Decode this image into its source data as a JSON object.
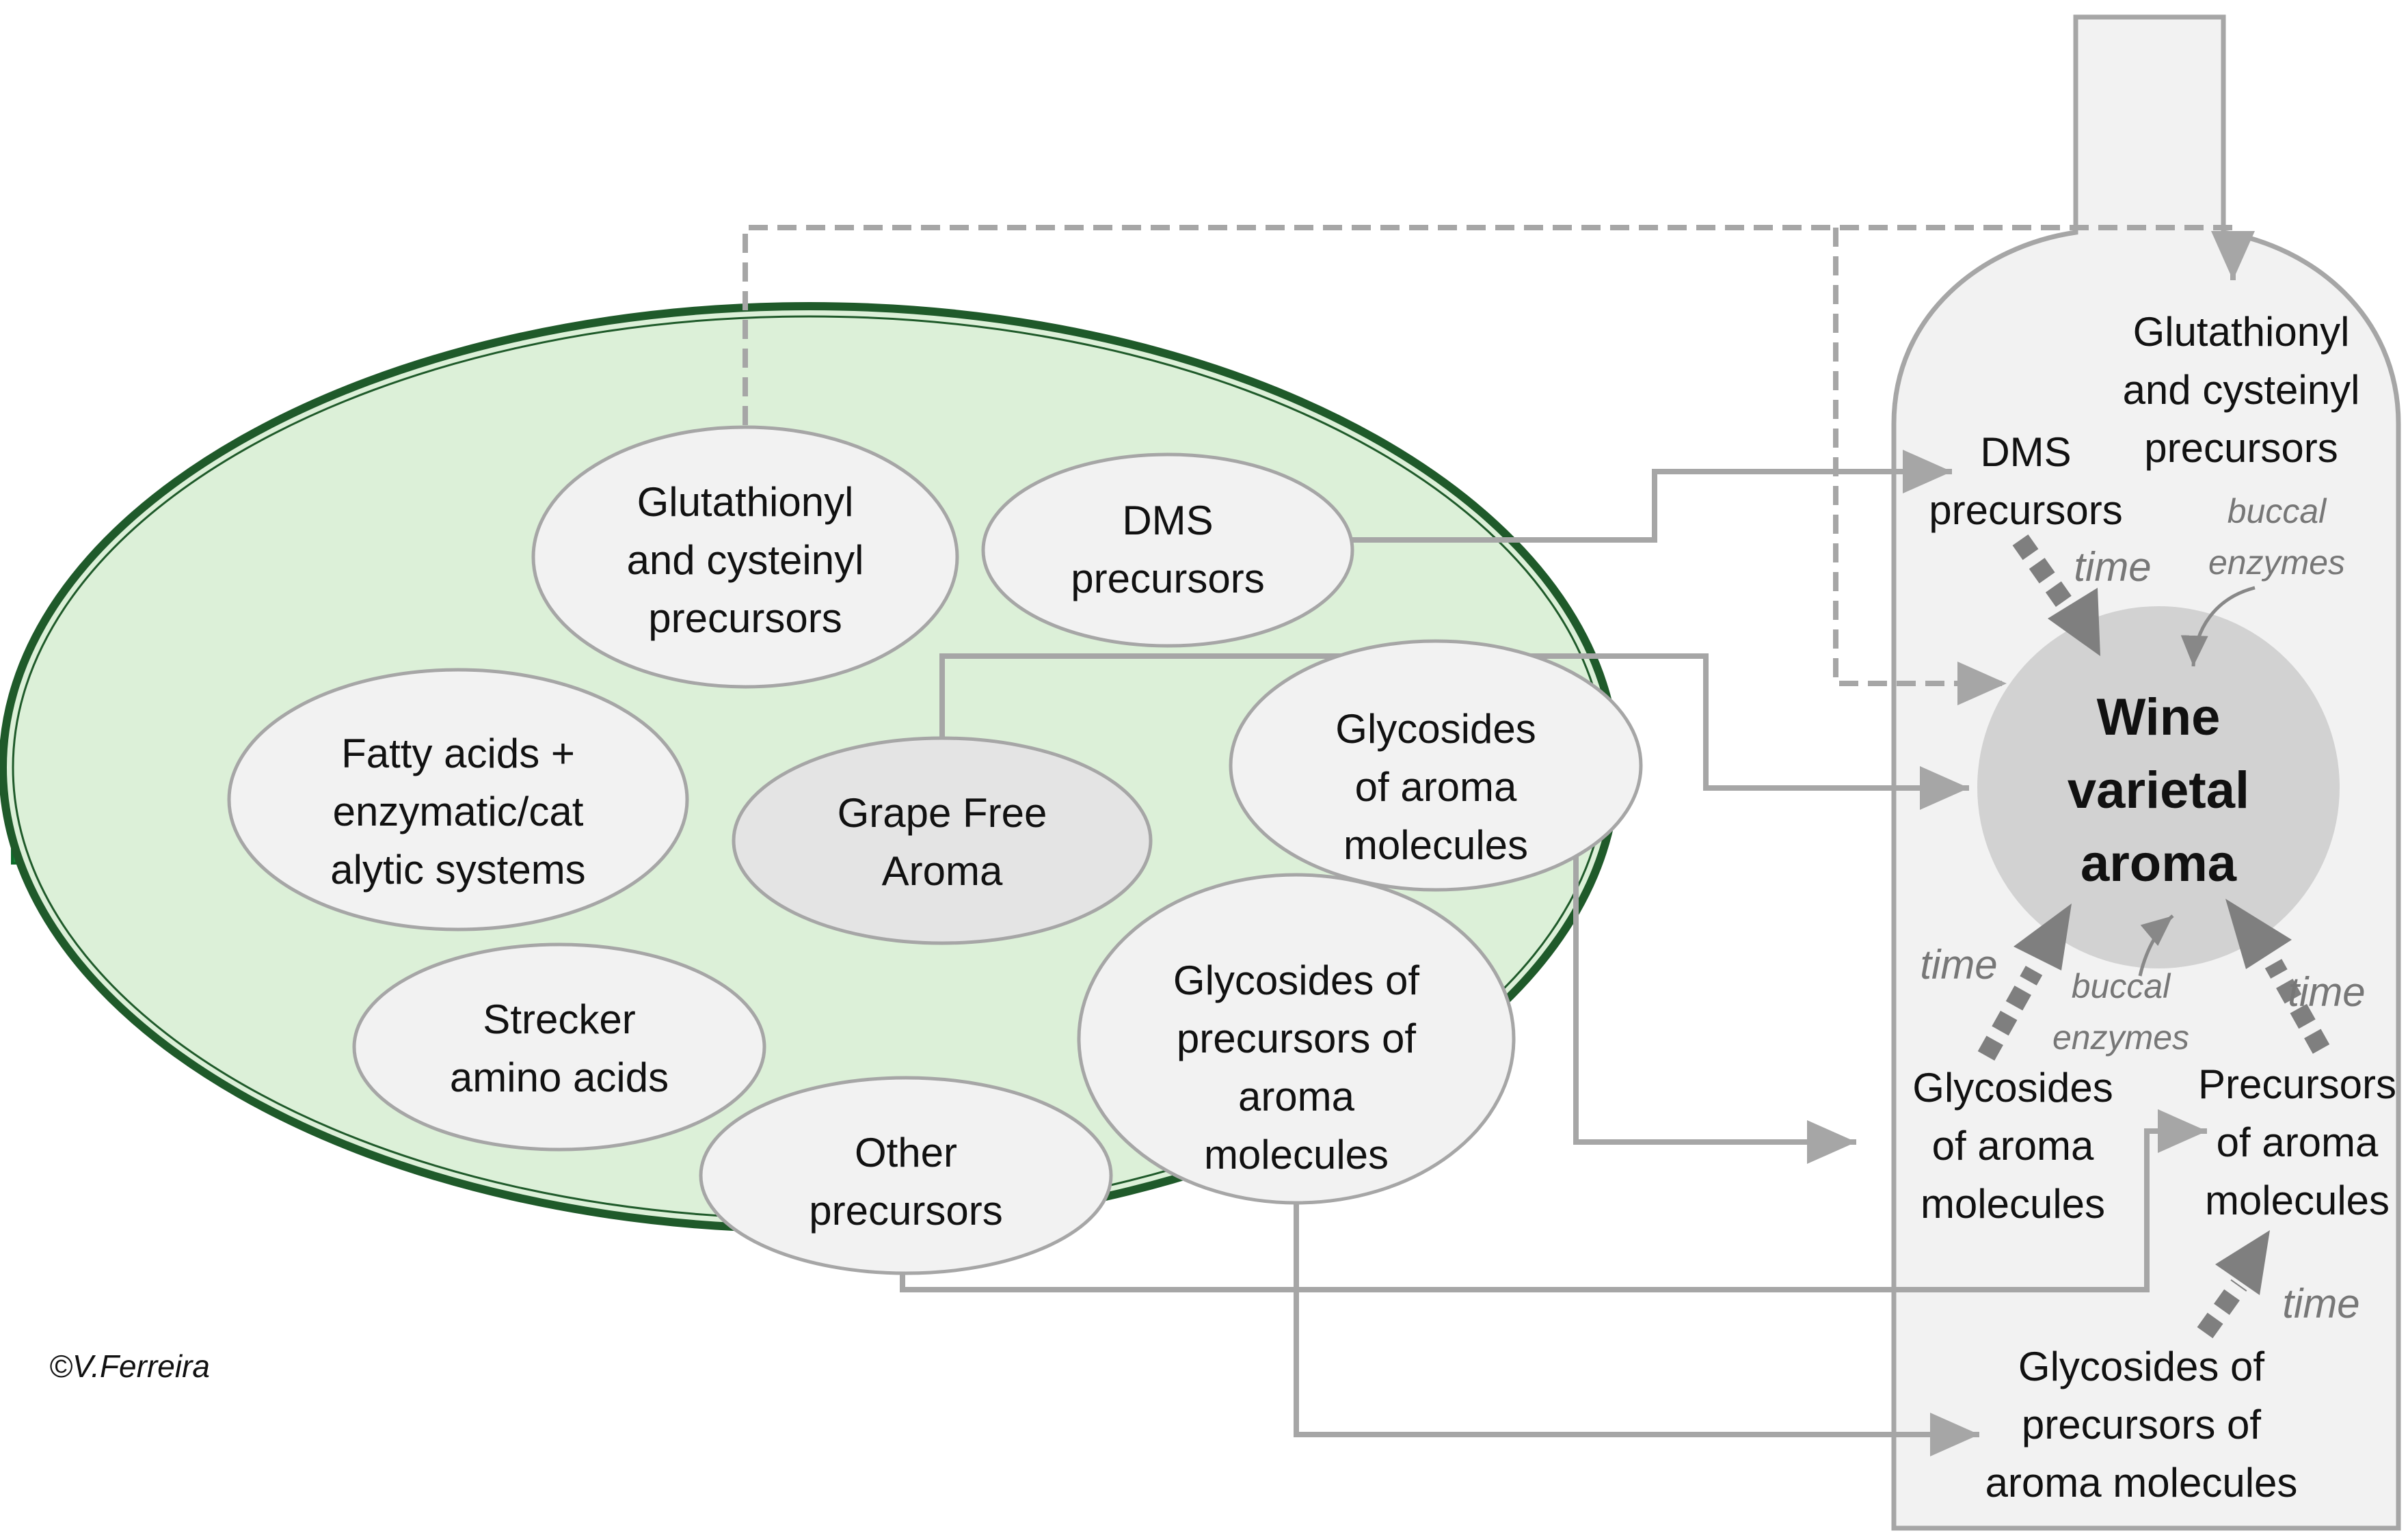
{
  "colors": {
    "grape_fill": "#dcf0d8",
    "grape_stroke": "#1f5a2a",
    "stem": "#138a36",
    "bubble_fill": "#f2f2f2",
    "grape_free_fill": "#e4e4e4",
    "bubble_stroke": "#a6a6a6",
    "connector": "#a6a6a6",
    "bottle_fill": "#f2f2f2",
    "bottle_stroke": "#a6a6a6",
    "core_fill": "#d2d2d2",
    "time_arrow": "#7f7f7f"
  },
  "grape": {
    "glutathionyl": [
      "Glutathionyl",
      "and cysteinyl",
      "precursors"
    ],
    "dms": [
      "DMS",
      "precursors"
    ],
    "fatty_acids": [
      "Fatty acids +",
      "enzymatic/cat",
      "alytic systems"
    ],
    "grape_free_aroma": [
      "Grape Free",
      "Aroma"
    ],
    "glycosides_aroma": [
      "Glycosides",
      "of aroma",
      "molecules"
    ],
    "strecker": [
      "Strecker",
      "amino acids"
    ],
    "glycosides_precursors": [
      "Glycosides of",
      "precursors of",
      "aroma",
      "molecules"
    ],
    "other": [
      "Other",
      "precursors"
    ]
  },
  "wine": {
    "core": [
      "Wine",
      "varietal",
      "aroma"
    ],
    "glutathionyl": [
      "Glutathionyl",
      "and cysteinyl",
      "precursors"
    ],
    "dms": [
      "DMS",
      "precursors"
    ],
    "glycosides_aroma": [
      "Glycosides",
      "of aroma",
      "molecules"
    ],
    "precursors_aroma": [
      "Precursors",
      "of aroma",
      "molecules"
    ],
    "glycosides_precursors": [
      "Glycosides of",
      "precursors of",
      "aroma molecules"
    ],
    "buccal_enzymes_top": [
      "buccal",
      "enzymes"
    ],
    "buccal_enzymes_bottom": [
      "buccal",
      "enzymes"
    ],
    "time": "time"
  },
  "credit": "©V.Ferreira"
}
